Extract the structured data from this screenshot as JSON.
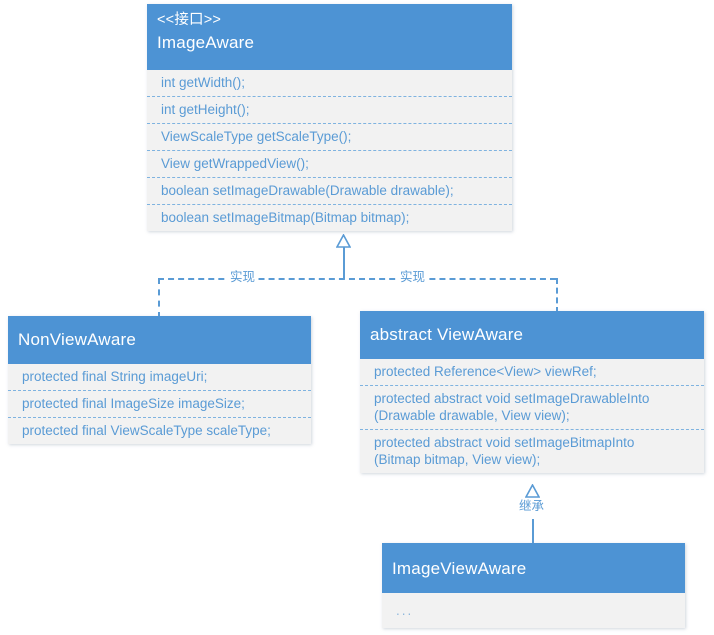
{
  "diagram": {
    "type": "uml-class-diagram",
    "colors": {
      "header_blue": "#4d93d4",
      "body_gray": "#f2f2f2",
      "text_blue": "#5a9bd5",
      "connector_blue": "#5a9bd5",
      "background": "#ffffff"
    },
    "classes": [
      {
        "id": "imageaware",
        "stereotype": "<<接口>>",
        "title": "ImageAware",
        "members": [
          "int getWidth();",
          "int getHeight();",
          "ViewScaleType getScaleType();",
          "View getWrappedView();",
          "boolean setImageDrawable(Drawable drawable);",
          "boolean setImageBitmap(Bitmap bitmap);"
        ]
      },
      {
        "id": "nonviewaware",
        "stereotype": "",
        "title": "NonViewAware",
        "members": [
          "protected final String imageUri;",
          "protected final ImageSize imageSize;",
          "protected final ViewScaleType scaleType;"
        ]
      },
      {
        "id": "viewaware",
        "stereotype": "",
        "title": "abstract ViewAware",
        "members": [
          "protected Reference<View> viewRef;",
          "protected abstract void setImageDrawableInto\n(Drawable drawable, View view);",
          "protected abstract void setImageBitmapInto\n(Bitmap bitmap, View view);"
        ]
      },
      {
        "id": "imageviewaware",
        "stereotype": "",
        "title": "ImageViewAware",
        "members": [
          "..."
        ]
      }
    ],
    "connectors": [
      {
        "id": "realize-left",
        "kind": "realization",
        "label": "实现",
        "from": "nonviewaware",
        "to": "imageaware"
      },
      {
        "id": "realize-right",
        "kind": "realization",
        "label": "实现",
        "from": "viewaware",
        "to": "imageaware"
      },
      {
        "id": "inherit",
        "kind": "generalization",
        "label": "继承",
        "from": "imageviewaware",
        "to": "viewaware"
      }
    ]
  }
}
